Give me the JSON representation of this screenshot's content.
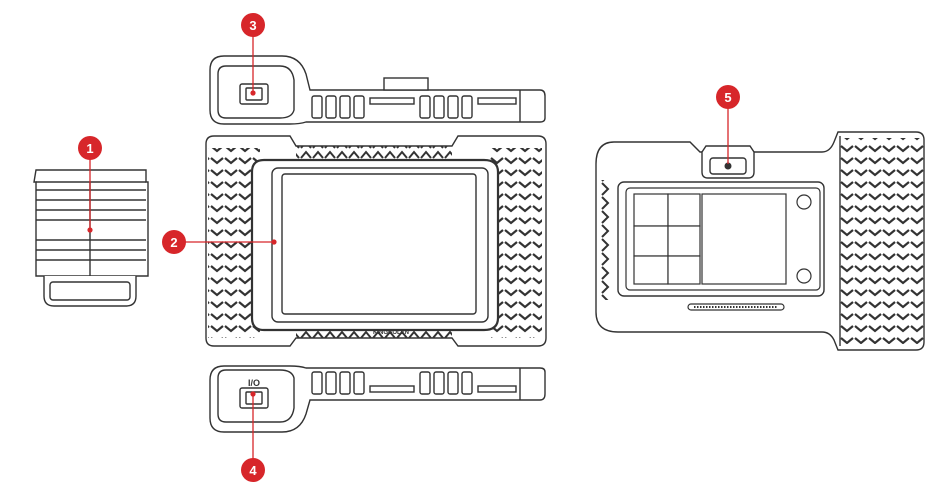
{
  "colors": {
    "line": "#333333",
    "marker": "#d7262a",
    "marker_text": "#ffffff",
    "background": "#ffffff"
  },
  "markers": [
    {
      "label": "1"
    },
    {
      "label": "2"
    },
    {
      "label": "3"
    },
    {
      "label": "4"
    },
    {
      "label": "5"
    }
  ],
  "device": {
    "brand_text": "KINGBOLEN",
    "power_label": "I/O"
  }
}
